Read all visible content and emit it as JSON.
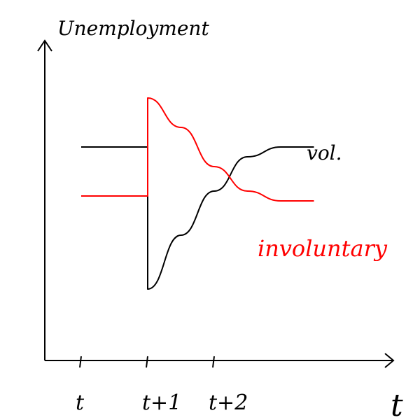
{
  "chart_data": {
    "type": "line",
    "ylabel": "Unemployment",
    "xlabel": "t",
    "x_ticks": [
      "t",
      "t+1",
      "t+2"
    ],
    "grid": false,
    "series": [
      {
        "name": "vol.",
        "color": "#000000",
        "points": [
          [
            0,
            3.0
          ],
          [
            1,
            3.0
          ],
          [
            1,
            0.1
          ],
          [
            1.5,
            1.2
          ],
          [
            2,
            2.1
          ],
          [
            2.5,
            2.8
          ],
          [
            3,
            3.0
          ],
          [
            3.5,
            3.0
          ]
        ]
      },
      {
        "name": "involuntary",
        "color": "#ff0000",
        "points": [
          [
            0,
            2.0
          ],
          [
            1,
            2.0
          ],
          [
            1,
            4.0
          ],
          [
            1.5,
            3.4
          ],
          [
            2,
            2.6
          ],
          [
            2.5,
            2.1
          ],
          [
            3,
            1.9
          ],
          [
            3.5,
            1.9
          ]
        ]
      }
    ]
  }
}
